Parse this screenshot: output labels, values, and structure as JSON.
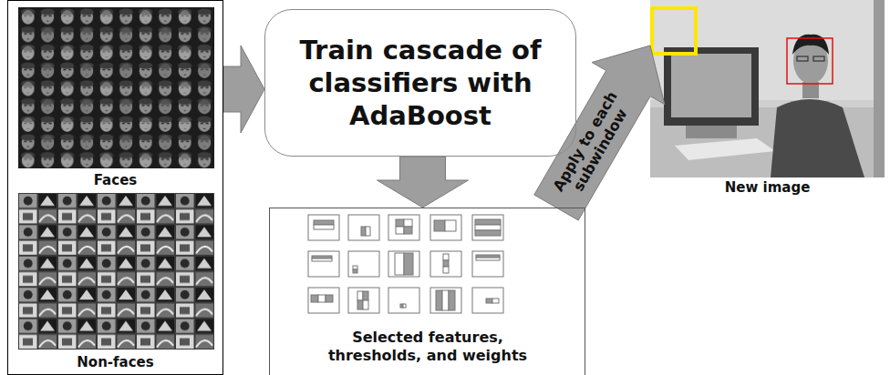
{
  "diagram": {
    "nodes": [
      {
        "text": [
          "Faces",
          "Non-faces"
        ]
      },
      {
        "text": [
          "Train cascade of classifiers with AdaBoost"
        ]
      },
      {
        "text": [
          "Selected features, thresholds, and weights"
        ]
      },
      {
        "text": [
          "New image"
        ]
      }
    ],
    "edges": [
      {
        "from": 0,
        "to": 1,
        "arrow": "to"
      },
      {
        "from": 1,
        "to": 2,
        "arrow": "to"
      },
      {
        "from": 2,
        "to": 3,
        "label": "Apply to each subwindow",
        "arrow": "to"
      }
    ]
  }
}
